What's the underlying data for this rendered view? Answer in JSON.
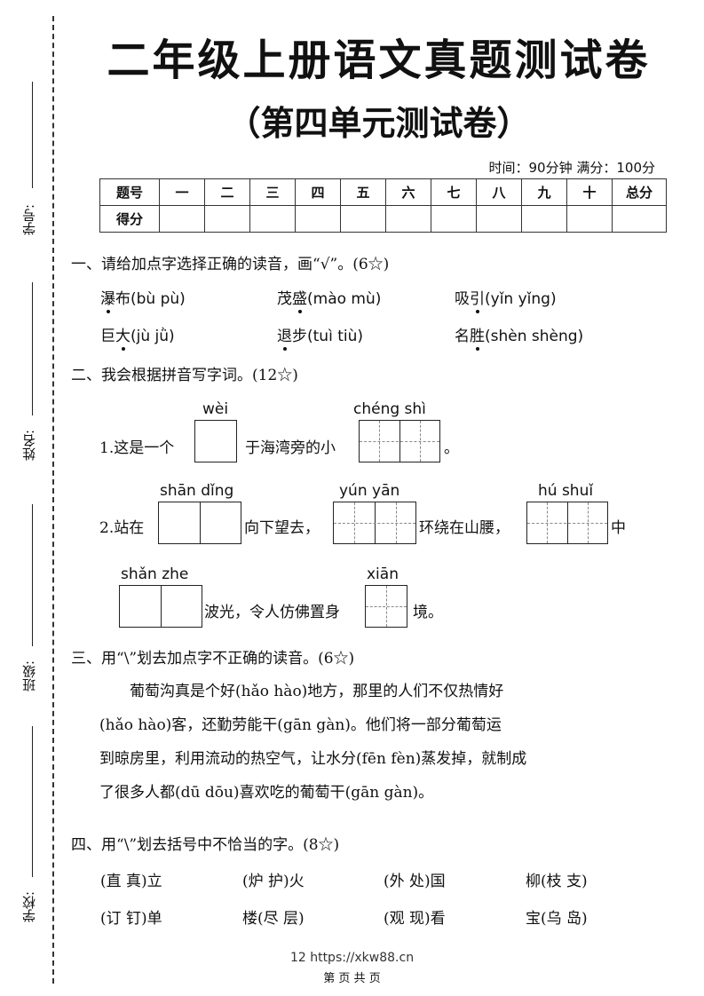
{
  "side": {
    "student_id": "学号:",
    "name": "姓名:",
    "class": "班级:",
    "school": "学校:"
  },
  "header": {
    "title": "二年级上册语文真题测试卷",
    "subtitle": "（第四单元测试卷）",
    "time_info": "时间：90分钟  满分：100分"
  },
  "score_table": {
    "row1": [
      "题号",
      "一",
      "二",
      "三",
      "四",
      "五",
      "六",
      "七",
      "八",
      "九",
      "十",
      "总分"
    ],
    "row2_label": "得分"
  },
  "section1": {
    "title": "一、请给加点字选择正确的读音，画“√”。(6☆)",
    "items": [
      {
        "pre": "",
        "dot": "瀑",
        "post": "布",
        "py": "(bù  pù)"
      },
      {
        "pre": "茂",
        "dot": "盛",
        "post": "",
        "py": "(mào  mù)"
      },
      {
        "pre": "吸",
        "dot": "引",
        "post": "",
        "py": "(yǐn  yǐng)"
      },
      {
        "pre": "巨",
        "dot": "大",
        "post": "",
        "py": "(jù  jǜ)"
      },
      {
        "pre": "",
        "dot": "退",
        "post": "步",
        "py": "(tuì  tiù)"
      },
      {
        "pre": "名",
        "dot": "胜",
        "post": "",
        "py": "(shèn  shèng)"
      }
    ]
  },
  "section2": {
    "title": "二、我会根据拼音写字词。(12☆)",
    "q1": {
      "pre": "1.这是一个",
      "py1": "wèi",
      "mid": "于海湾旁的小",
      "py2": "chéng shì",
      "post": "。"
    },
    "q2": {
      "pre": "2.站在",
      "py1": "shān dǐng",
      "t1": "向下望去，",
      "py2": "yún  yān",
      "t2": "环绕在山腰，",
      "py3": "hú  shuǐ",
      "t3": "中"
    },
    "q3": {
      "py1": "shǎn zhe",
      "t1": "波光，令人仿佛置身",
      "py2": "xiān",
      "t2": "境。"
    }
  },
  "section3": {
    "title": "三、用“\\”划去加点字不正确的读音。(6☆)",
    "lines": [
      "　　葡萄沟真是个好(hǎo  hào)地方，那里的人们不仅热情好",
      "(hǎo  hào)客，还勤劳能干(gān  gàn)。他们将一部分葡萄运",
      "到晾房里，利用流动的热空气，让水分(fēn  fèn)蒸发掉，就制成",
      "了很多人都(dū  dōu)喜欢吃的葡萄干(gān  gàn)。"
    ]
  },
  "section4": {
    "title": "四、用“\\”划去括号中不恰当的字。(8☆)",
    "row1": [
      "(直  真)立",
      "(炉  护)火",
      "(外  处)国",
      "柳(枝  支)"
    ],
    "row2": [
      "(订  钉)单",
      "楼(尽  层)",
      "(观  现)看",
      "宝(乌  岛)"
    ]
  },
  "footer": {
    "source": "12 https://xkw88.cn",
    "page": "第 页 共 页"
  }
}
